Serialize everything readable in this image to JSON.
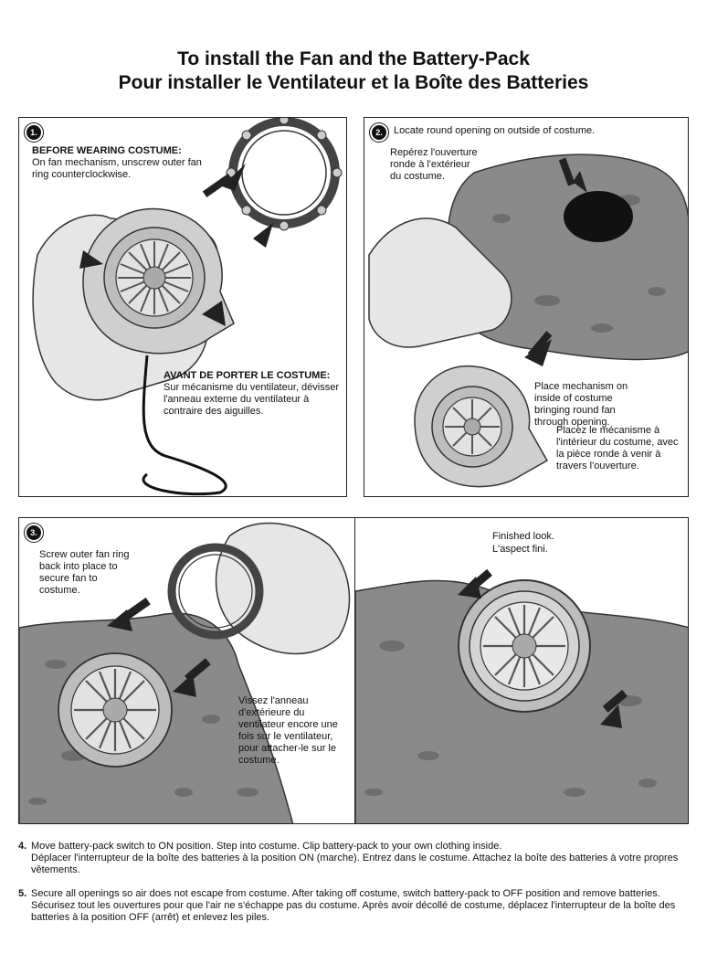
{
  "title": {
    "en": "To install the Fan and the Battery-Pack",
    "fr": "Pour installer le Ventilateur et la Boîte des Batteries"
  },
  "panels": [
    {
      "number": "1.",
      "en_heading": "BEFORE WEARING COSTUME:",
      "en_text": "On fan mechanism, unscrew outer fan ring counterclockwise.",
      "fr_heading": "AVANT DE PORTER LE COSTUME:",
      "fr_text": "Sur mécanisme du ventilateur, dévisser l'anneau externe du ventilateur à contraire des aiguilles."
    },
    {
      "number": "2.",
      "en_text": "Locate round opening on outside of costume.",
      "fr_text": "Repérez l'ouverture ronde à l'extérieur du costume.",
      "en_text2": "Place mechanism on inside of costume bringing round fan through opening.",
      "fr_text2": "Placez le mécanisme à l'intérieur du costume, avec la pièce ronde à venir à travers l'ouverture."
    },
    {
      "number": "3.",
      "en_text": "Screw outer fan ring back into place to secure fan to costume.",
      "fr_text": "Vissez l'anneau d'extérieure du ventilateur encore une fois sur le ventilateur, pour attacher-le sur le costume."
    },
    {
      "en_text": "Finished look.",
      "fr_text": "L'aspect fini."
    }
  ],
  "steps": [
    {
      "number": "4.",
      "en": "Move battery-pack switch to ON position. Step into costume. Clip battery-pack to your own clothing inside.",
      "fr": "Déplacer l'interrupteur de la boîte des batteries à la position ON (marche). Entrez dans le costume. Attachez la boîte des batteries à votre propres vêtements."
    },
    {
      "number": "5.",
      "en": "Secure all openings so air does not escape from costume. After taking off costume, switch battery-pack to OFF position and remove batteries.",
      "fr": "Sécurisez tout les ouvertures pour que l'air ne s'échappe pas du costume. Après avoir décollé de costume, déplacez l'interrupteur de la boîte des batteries à la position OFF (arrêt) et enlevez les piles."
    }
  ],
  "colors": {
    "rock": "#8a8a8a",
    "rock_dark": "#6e6e6e",
    "hand": "#e6e6e6",
    "fan": "#cfcfcf",
    "arrow": "#222222"
  }
}
